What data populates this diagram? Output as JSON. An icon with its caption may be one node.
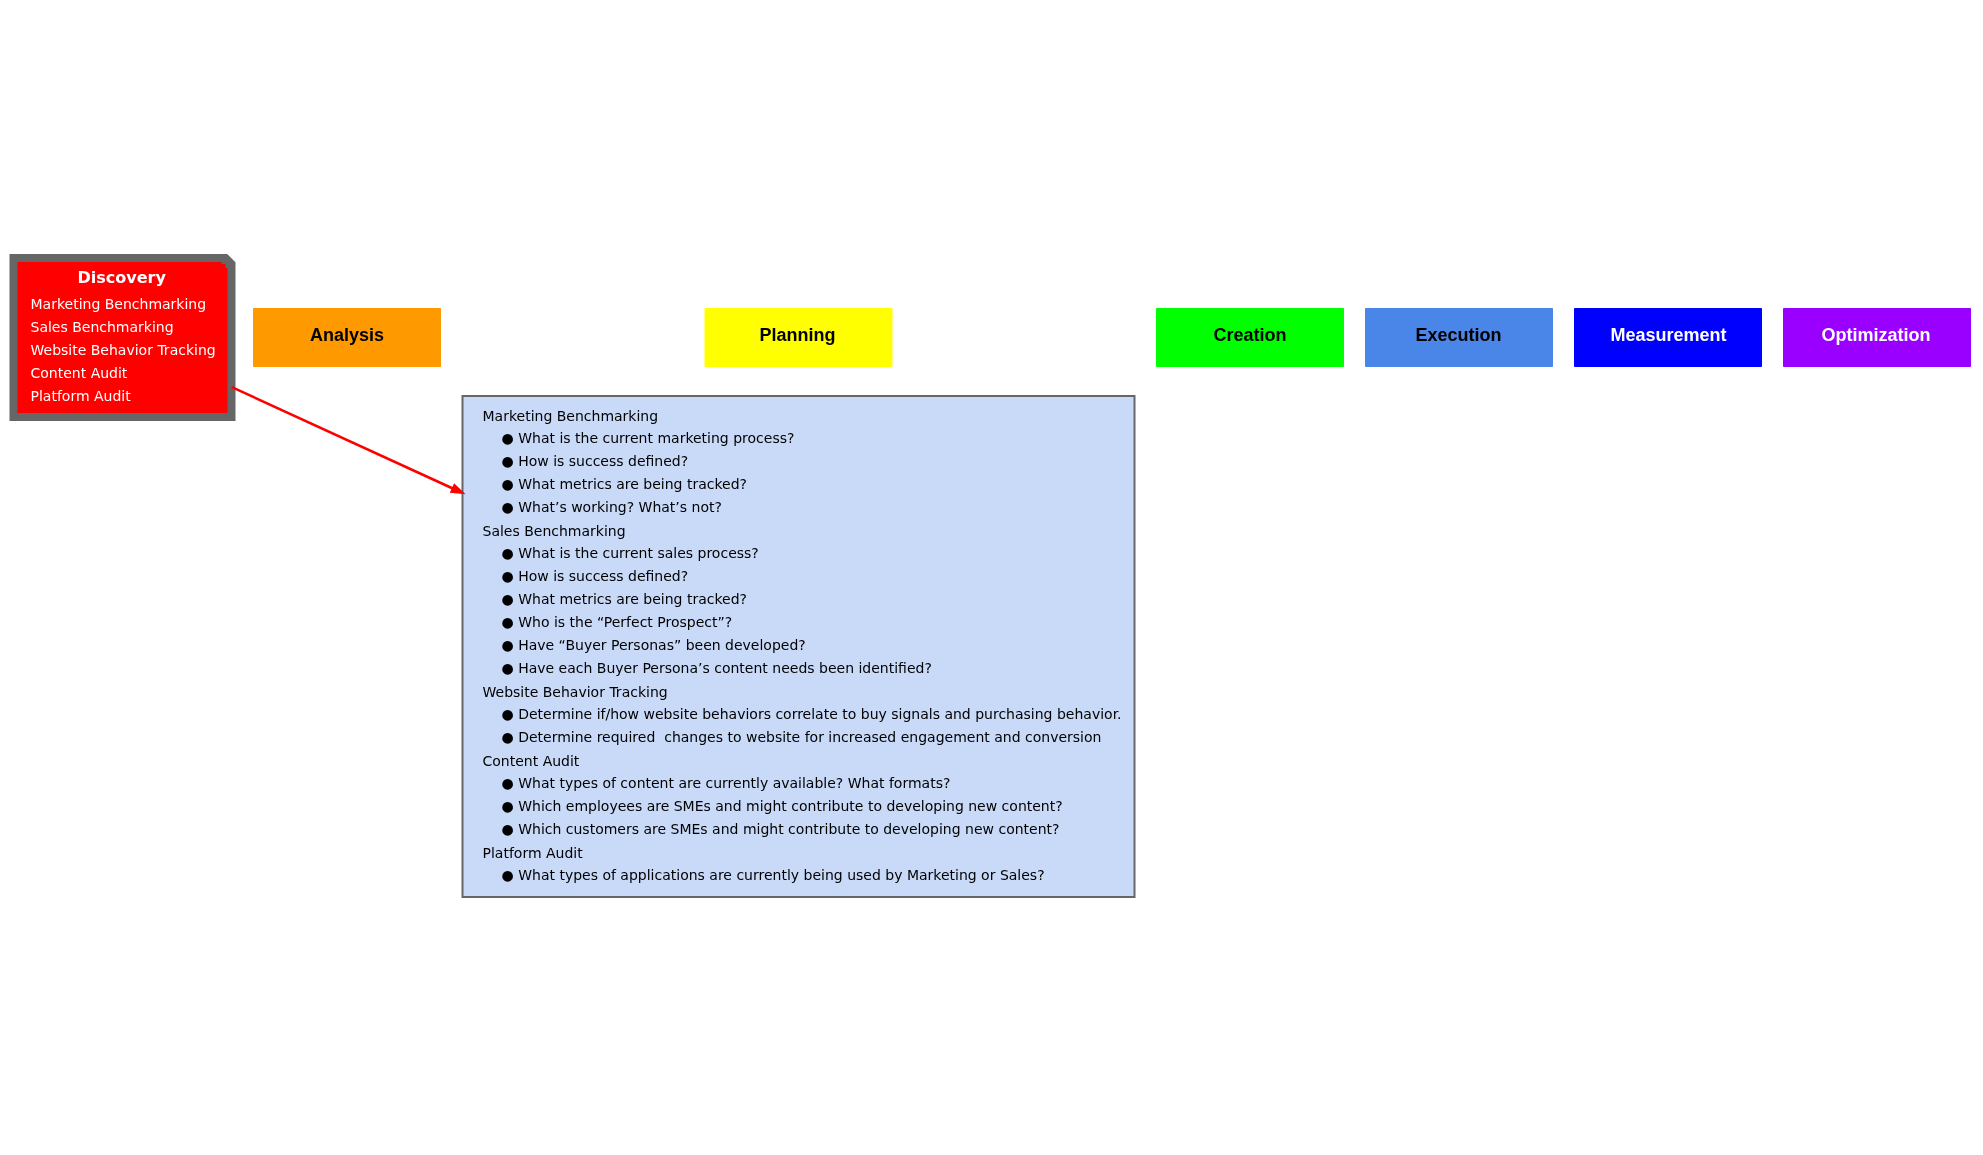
{
  "diagram": {
    "nodes": [
      {
        "text": [
          "Discovery",
          "Marketing Benchmarking",
          "Sales Benchmarking",
          "Website Behavior Tracking",
          "Content Audit",
          "Platform Audit"
        ]
      },
      {
        "text": [
          "Analysis"
        ]
      },
      {
        "text": [
          "Planning"
        ]
      },
      {
        "text": [
          "Creation"
        ]
      },
      {
        "text": [
          "Execution"
        ]
      },
      {
        "text": [
          "Measurement"
        ]
      },
      {
        "text": [
          "Optimization"
        ]
      },
      {
        "text": [
          "Marketing Benchmarking",
          "● What is the current marketing process?",
          "● How is success defined?",
          "● What metrics are being tracked?",
          "● What’s working? What’s not?",
          "Sales Benchmarking",
          "● What is the current sales process?",
          "● How is success defined?",
          "● What metrics are being tracked?",
          "● Who is the “Perfect Prospect”?",
          "● Have “Buyer Personas” been developed?",
          "● Have each Buyer Persona’s content needs been identified?",
          "Website Behavior Tracking",
          "● Determine if/how website behaviors correlate to buy signals and purchasing behavior.",
          "● Determine required  changes to website for increased engagement and conversion",
          "Content Audit",
          "● What types of content are currently available? What formats?",
          "● Which employees are SMEs and might contribute to developing new content?",
          "● Which customers are SMEs and might contribute to developing new content?",
          "Platform Audit",
          "● What types of applications are currently being used by Marketing or Sales?"
        ]
      }
    ],
    "edges": [
      {
        "from": 0,
        "to": 7,
        "arrow": "to",
        "color": "#ff0000"
      }
    ]
  }
}
